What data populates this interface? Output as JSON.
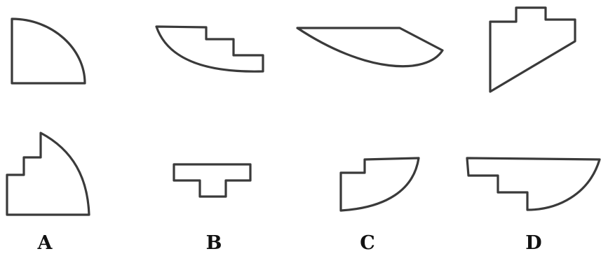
{
  "options": {
    "a": {
      "label": "A"
    },
    "b": {
      "label": "B"
    },
    "c": {
      "label": "C"
    },
    "d": {
      "label": "D"
    }
  },
  "colors": {
    "stroke": "#3a3a3a",
    "background": "#ffffff",
    "label": "#111111"
  }
}
